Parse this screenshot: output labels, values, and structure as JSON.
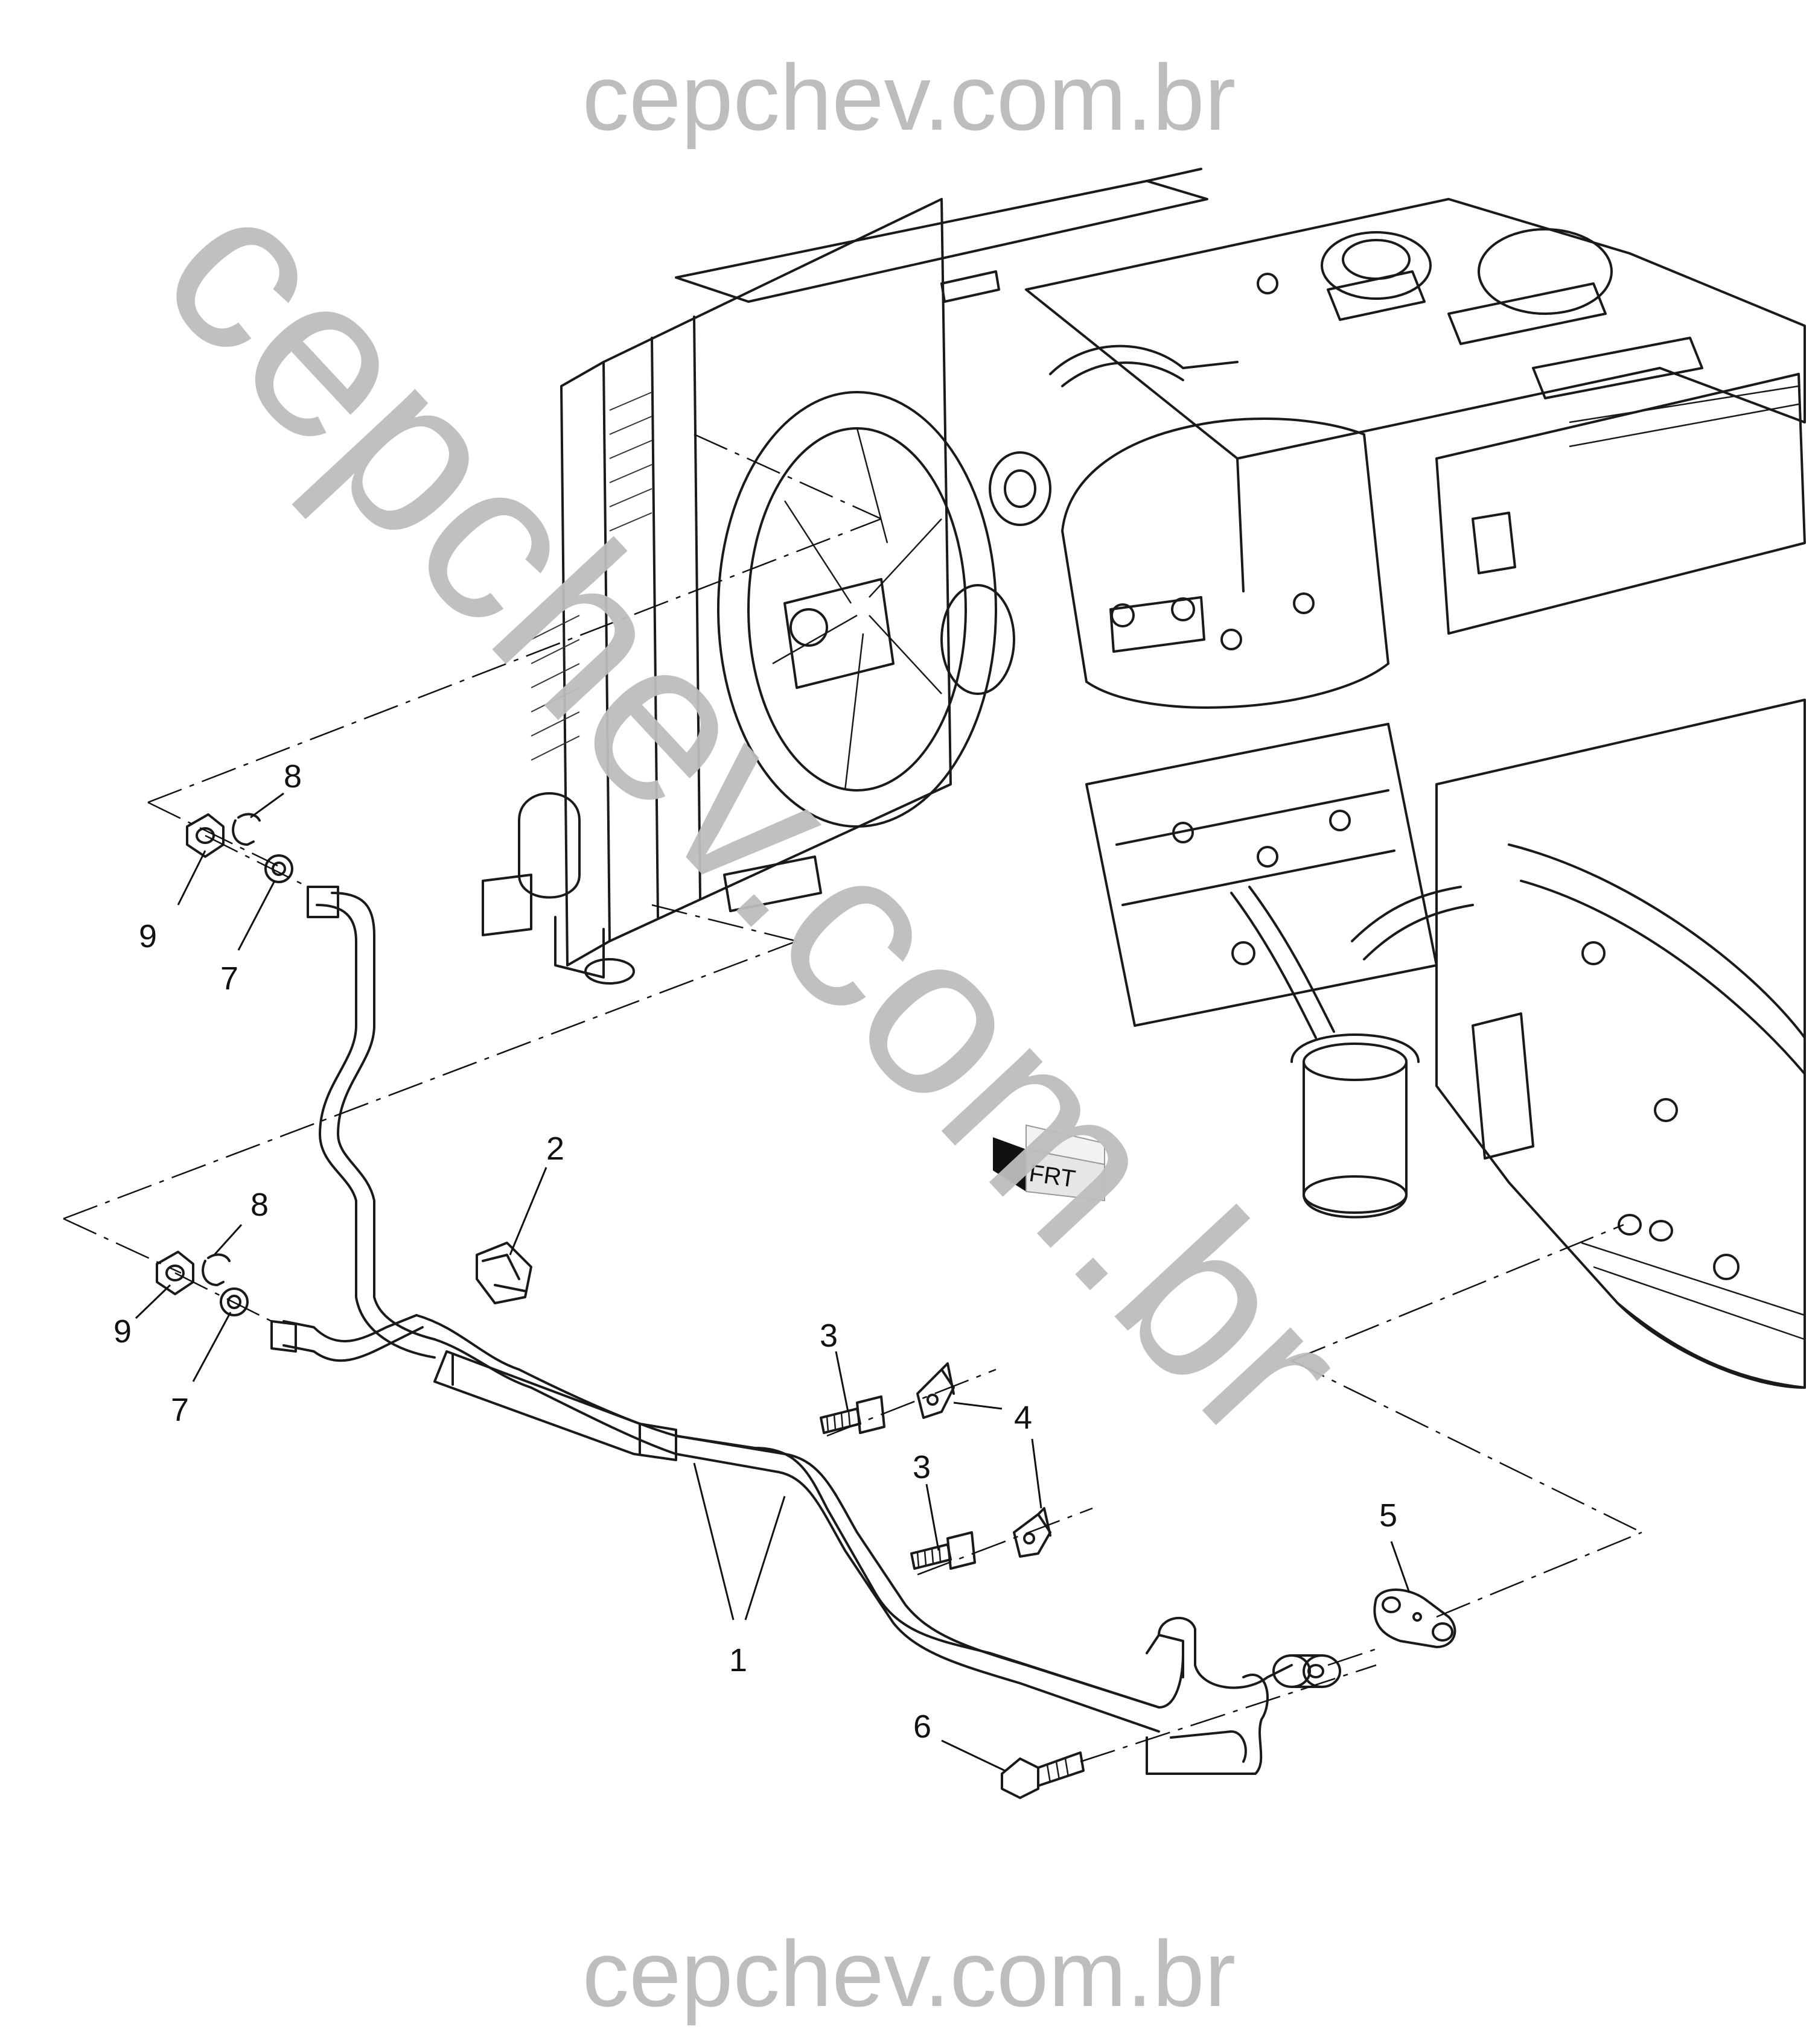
{
  "watermarks": {
    "top": "cepchev.com.br",
    "bottom": "cepchev.com.br",
    "diagonal": "cepchev.com.br"
  },
  "callouts": {
    "tube_assembly": "1",
    "bracket": "2",
    "bolt_upper": "3",
    "bolt_lower": "3",
    "clip_upper": "4",
    "seal_washer": "5",
    "bolt_fitting": "6",
    "seal_upper": "7",
    "seal_lower": "7",
    "retainer_upper": "8",
    "retainer_lower": "8",
    "connector_upper": "9",
    "connector_lower": "9"
  },
  "direction_indicator": {
    "label": "FRT",
    "icon": "front-arrow-icon"
  },
  "colors": {
    "line": "#1a1a1a",
    "watermark": "#bdbdbd",
    "background": "#ffffff"
  }
}
